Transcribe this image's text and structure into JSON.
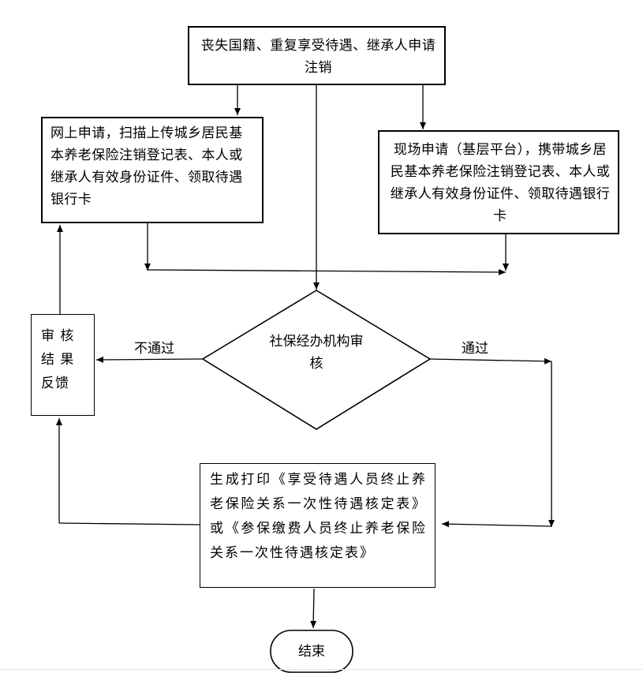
{
  "nodes": {
    "top_title": "丧失国籍、重复享受待遇、继承人申请注销",
    "online_apply": "网上申请，扫描上传城乡居民基本养老保险注销登记表、本人或继承人有效身份证件、领取待遇银行卡",
    "onsite_apply": "现场申请（基层平台），携带城乡居民基本养老保险注销登记表、本人或继承人有效身份证件、领取待遇银行卡",
    "review_diamond": "社保经办机构审核",
    "feedback": "审 核 结 果 反馈",
    "print_form": "生成打印《享受待遇人员终止养老保险关系一次性待遇核定表》或《参保缴费人员终止养老保险关系一次性待遇核定表》",
    "end": "结束"
  },
  "edge_labels": {
    "fail": "不通过",
    "pass": "通过"
  },
  "colors": {
    "line": "#000000",
    "background": "#ffffff"
  }
}
